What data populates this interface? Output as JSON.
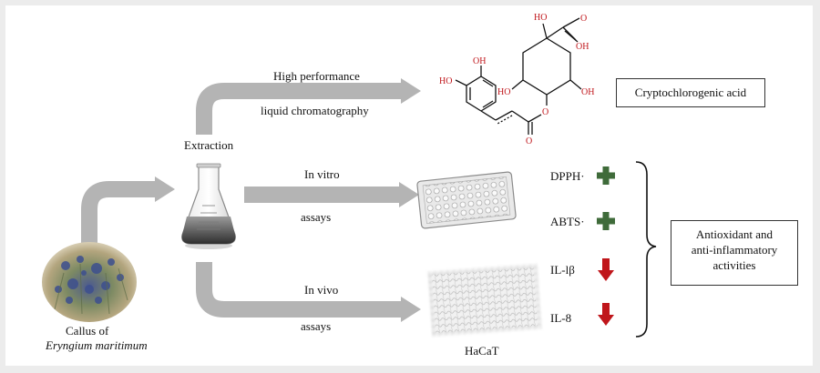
{
  "source": {
    "line1": "Callus of",
    "line2": "Eryngium maritimum"
  },
  "extraction_label": "Extraction",
  "hplc": {
    "line1": "High performance",
    "line2": "liquid chromatography",
    "compound": "Cryptochlorogenic acid"
  },
  "invitro": {
    "line1": "In vitro",
    "line2": "assays",
    "tests": [
      {
        "label": "DPPH·",
        "effect": "increase"
      },
      {
        "label": "ABTS·",
        "effect": "increase"
      }
    ]
  },
  "invivo": {
    "line1": "In vivo",
    "line2": "assays",
    "cell_line": "HaCaT",
    "tests": [
      {
        "label": "IL-lβ",
        "effect": "decrease"
      },
      {
        "label": "IL-8",
        "effect": "decrease"
      }
    ]
  },
  "result": {
    "line1": "Antioxidant and",
    "line2": "anti-inflammatory",
    "line3": "activities"
  },
  "molecule_atoms": {
    "oh_top": "HO",
    "cooh_o": "O",
    "cooh_oh": "OH",
    "oh_left": "HO",
    "oh_right": "OH",
    "ester_o": "O",
    "carbonyl_o": "O",
    "phenol_oh": "OH",
    "phenol_ho": "HO"
  },
  "colors": {
    "arrow_gray": "#b4b4b4",
    "plus_green": "#3f6b3a",
    "down_red": "#c0161b",
    "atom_red": "#c0161b"
  }
}
